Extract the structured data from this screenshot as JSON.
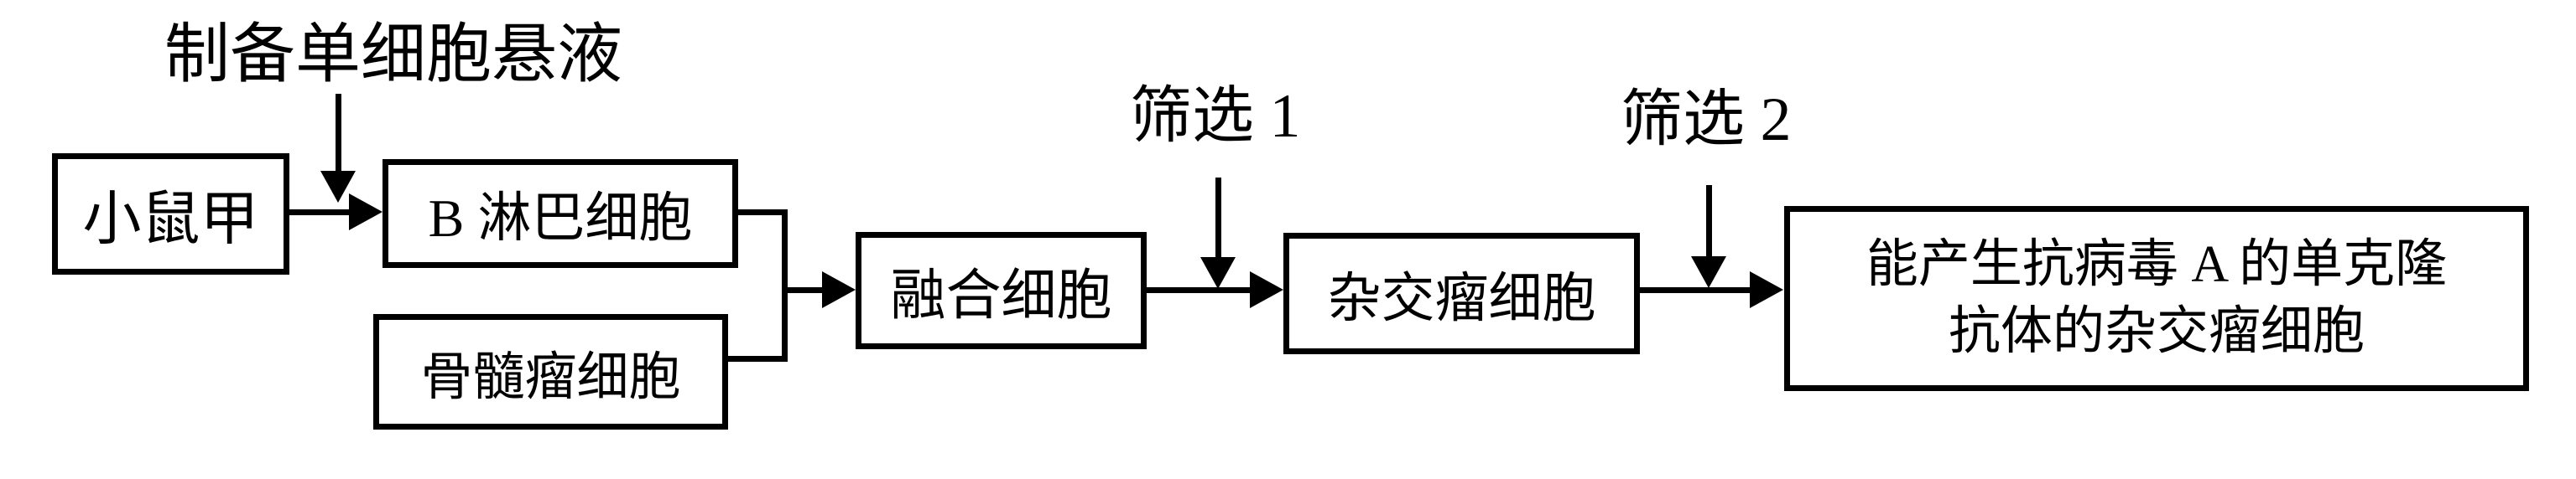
{
  "canvas": {
    "background": "#ffffff",
    "line_color": "#000000"
  },
  "annotations": {
    "prepare_suspension": "制备单细胞悬液",
    "screening_1": "筛选 1",
    "screening_2": "筛选 2"
  },
  "boxes": {
    "mouse": {
      "label": "小鼠甲"
    },
    "b_lymphocyte": {
      "label": "B 淋巴细胞"
    },
    "myeloma": {
      "label": "骨髓瘤细胞"
    },
    "fused_cell": {
      "label": "融合细胞"
    },
    "hybridoma": {
      "label": "杂交瘤细胞"
    },
    "final": {
      "line1": "能产生抗病毒 A 的单克隆",
      "line2": "抗体的杂交瘤细胞"
    }
  }
}
